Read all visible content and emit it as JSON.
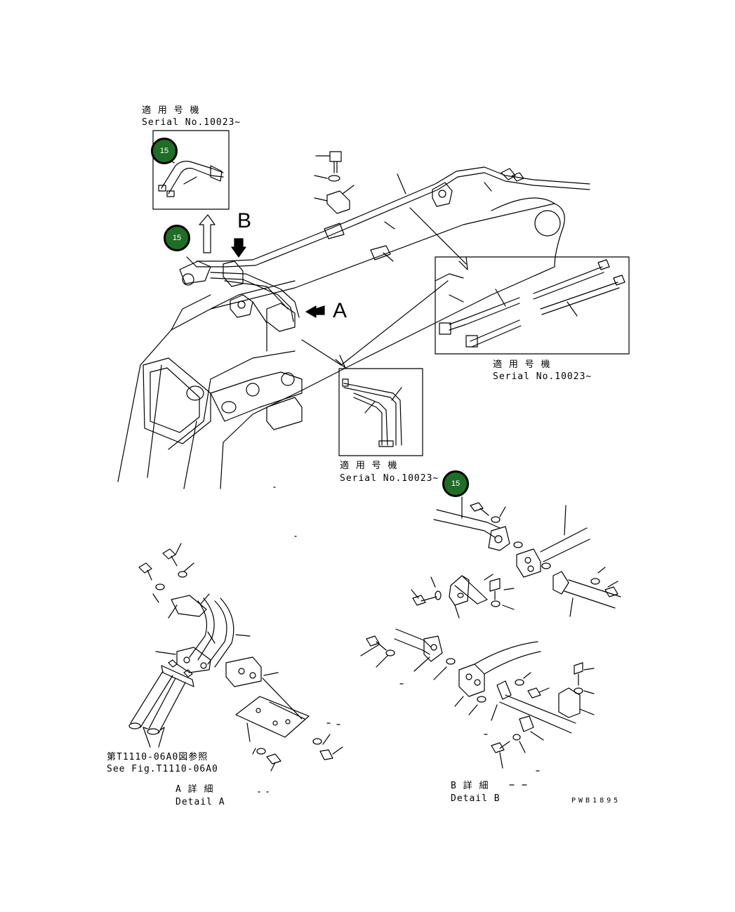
{
  "insets": {
    "top_left": {
      "line1": "適 用 号 機",
      "line2": "Serial No.10023~"
    },
    "right": {
      "line1": "適 用 号 機",
      "line2": "Serial No.10023~"
    },
    "center": {
      "line1": "適 用 号 機",
      "line2": "Serial No.10023~"
    }
  },
  "view_letters": {
    "b": "B",
    "a": "A"
  },
  "callouts": [
    {
      "id": "callout-1",
      "label": "15"
    },
    {
      "id": "callout-2",
      "label": "15"
    },
    {
      "id": "callout-3",
      "label": "15"
    }
  ],
  "detail_a": {
    "ref_line1": "第T1110-06A0図参照",
    "ref_line2": "See Fig.T1110-06A0",
    "title_jp": "A 詳 細",
    "title_en": "Detail A"
  },
  "detail_b": {
    "title_jp": "B 詳 細",
    "title_en": "Detail B"
  },
  "drawing_code": "PWB1895"
}
